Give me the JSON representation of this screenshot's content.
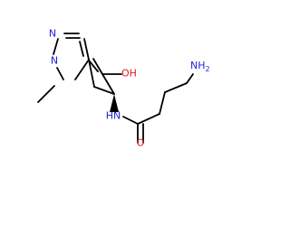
{
  "structure": {
    "colors": {
      "bond": "#000000",
      "nitrogen": "#1f1fd6",
      "oxygen": "#e01b1b"
    },
    "atoms": {
      "ring_n_top": {
        "text": "N",
        "element": "nitrogen"
      },
      "ring_n_methyl": {
        "text": "N",
        "element": "nitrogen"
      },
      "acid_oh": {
        "text": "OH",
        "element": "oxygen"
      },
      "amide_nh": {
        "text": "HN",
        "element": "nitrogen"
      },
      "amide_o": {
        "text": "O",
        "element": "oxygen"
      },
      "amine_nh2": {
        "text": "NH",
        "sub": "2",
        "element": "nitrogen"
      }
    }
  }
}
